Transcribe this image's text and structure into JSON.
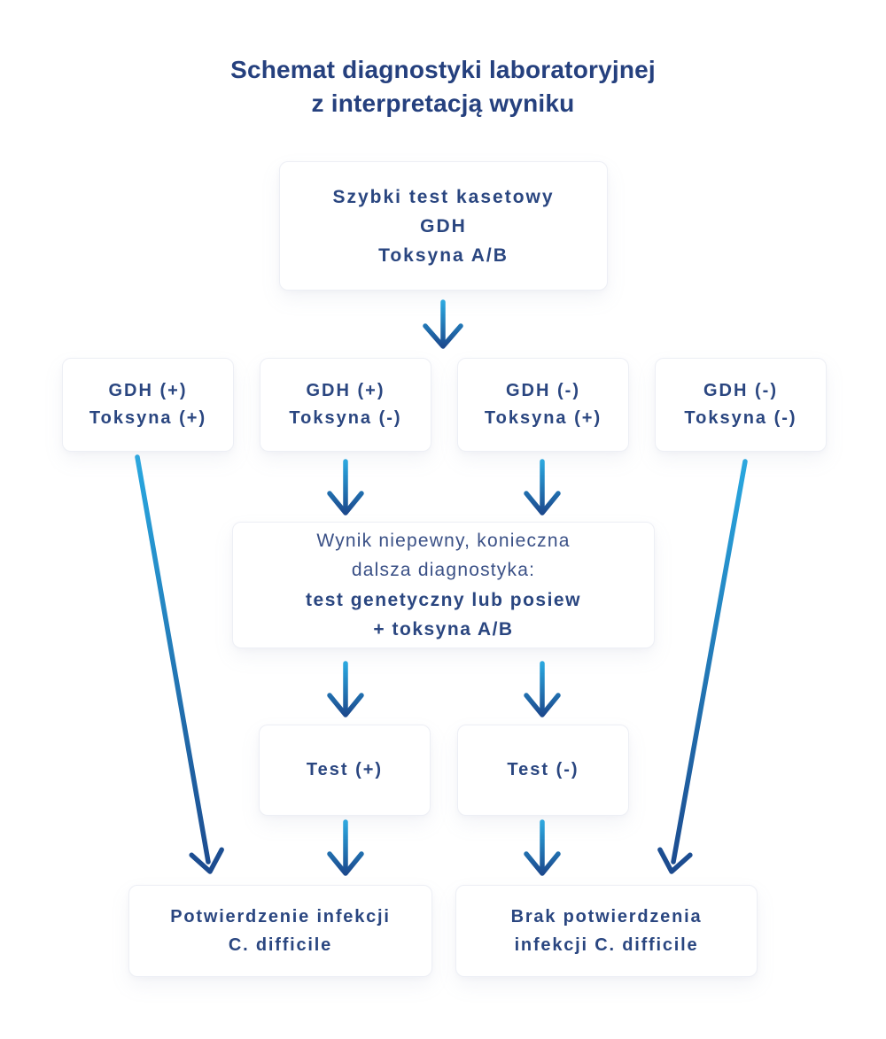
{
  "title": {
    "line1": "Schemat diagnostyki laboratoryjnej",
    "line2": "z interpretacją wyniku"
  },
  "nodes": {
    "start": {
      "line1": "Szybki test kasetowy",
      "line2": "GDH",
      "line3": "Toksyna A/B"
    },
    "result1": {
      "line1": "GDH (+)",
      "line2": "Toksyna (+)"
    },
    "result2": {
      "line1": "GDH (+)",
      "line2": "Toksyna (-)"
    },
    "result3": {
      "line1": "GDH (-)",
      "line2": "Toksyna (+)"
    },
    "result4": {
      "line1": "GDH (-)",
      "line2": "Toksyna (-)"
    },
    "uncertain": {
      "line1": "Wynik niepewny, konieczna",
      "line2": "dalsza diagnostyka:",
      "line3": "test genetyczny lub posiew",
      "line4": "+ toksyna A/B"
    },
    "test_positive": {
      "label": "Test (+)"
    },
    "test_negative": {
      "label": "Test (-)"
    },
    "confirmed": {
      "line1": "Potwierdzenie infekcji",
      "line2": "C. difficile"
    },
    "not_confirmed": {
      "line1": "Brak potwierdzenia",
      "line2": "infekcji C. difficile"
    }
  },
  "colors": {
    "title_text": "#25407E",
    "node_text": "#2A4680",
    "node_text_soft": "#3A5086",
    "arrow_gradient_start": "#29A8E0",
    "arrow_gradient_end": "#1C4A8E",
    "box_background": "#FFFFFF",
    "box_border": "#EDEFF5",
    "page_background": "#FFFFFF"
  }
}
